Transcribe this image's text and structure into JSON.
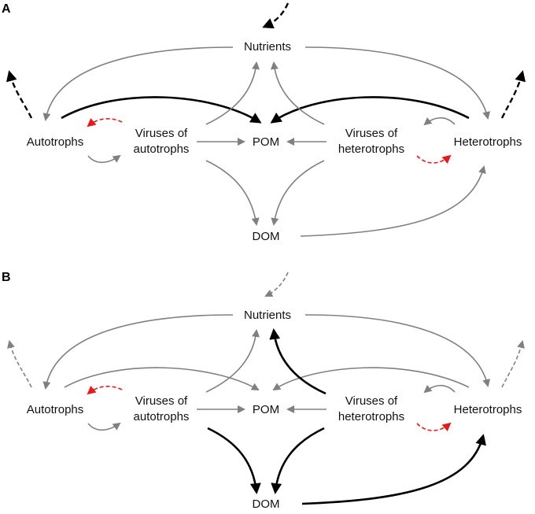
{
  "panels": [
    {
      "id": "A",
      "label": "A",
      "nodes": {
        "nutrients": "Nutrients",
        "autotrophs": "Autotrophs",
        "viruses_auto_1": "Viruses of",
        "viruses_auto_2": "autotrophs",
        "pom": "POM",
        "viruses_het_1": "Viruses of",
        "viruses_het_2": "heterotrophs",
        "heterotrophs": "Heterotrophs",
        "dom": "DOM"
      }
    },
    {
      "id": "B",
      "label": "B",
      "nodes": {
        "nutrients": "Nutrients",
        "autotrophs": "Autotrophs",
        "viruses_auto_1": "Viruses of",
        "viruses_auto_2": "autotrophs",
        "pom": "POM",
        "viruses_het_1": "Viruses of",
        "viruses_het_2": "heterotrophs",
        "heterotrophs": "Heterotrophs",
        "dom": "DOM"
      }
    }
  ],
  "colors": {
    "gray": "#808080",
    "black": "#000000",
    "red": "#e8191c"
  }
}
